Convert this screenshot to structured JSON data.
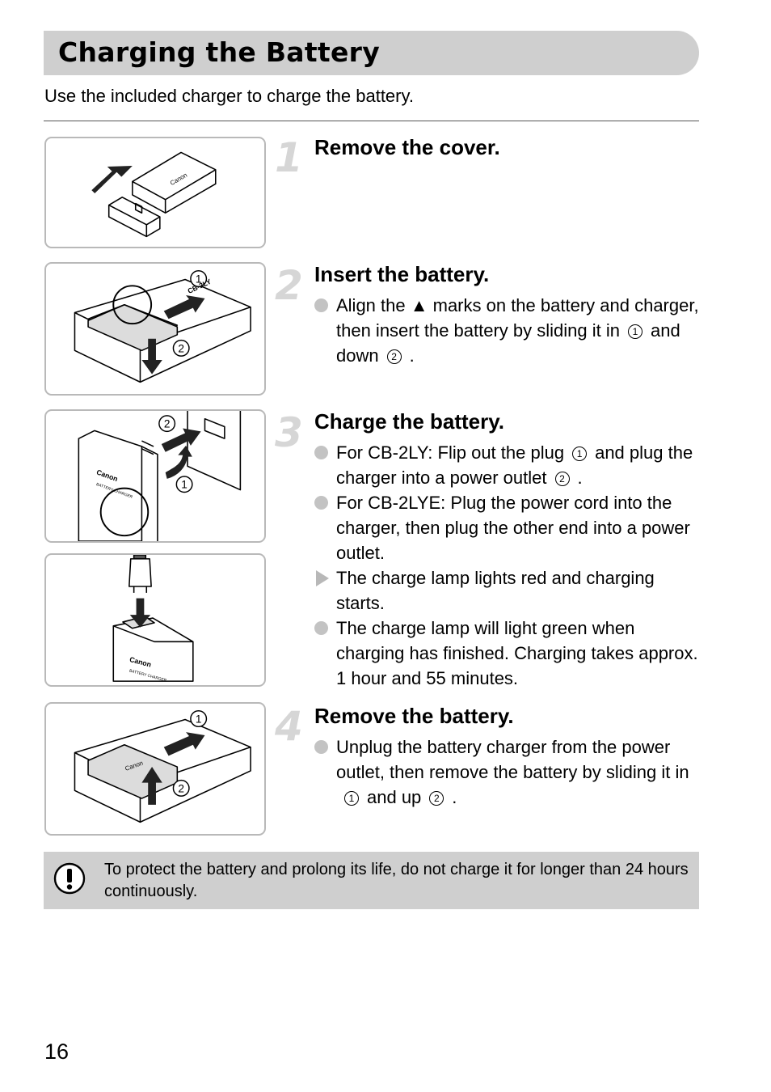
{
  "title": "Charging the Battery",
  "intro": "Use the included charger to charge the battery.",
  "steps": [
    {
      "number": "1",
      "title": "Remove the cover."
    },
    {
      "number": "2",
      "title": "Insert the battery.",
      "b1": {
        "pre": "Align the ▲ marks on the battery and charger, then insert the battery by sliding it in",
        "c1": "1",
        "mid": "and down",
        "c2": "2",
        "post": "."
      }
    },
    {
      "number": "3",
      "title": "Charge the battery.",
      "b1": {
        "pre": "For CB-2LY: Flip out the plug",
        "c1": "1",
        "mid": "and plug the charger into a power outlet",
        "c2": "2",
        "post": "."
      },
      "b2": "For CB-2LYE: Plug the power cord into the charger, then plug the other end into a power outlet.",
      "b3": "The charge lamp lights red and charging starts.",
      "b4": "The charge lamp will light green when charging has finished. Charging takes approx. 1 hour and 55 minutes."
    },
    {
      "number": "4",
      "title": "Remove the battery.",
      "b1": {
        "pre": "Unplug the battery charger from the power outlet, then remove the battery by sliding it in",
        "c1": "1",
        "mid": "and up",
        "c2": "2",
        "post": "."
      }
    }
  ],
  "figures": {
    "brand": "Canon",
    "brand_alt": "CB-2LY",
    "charger_label": "BATTERY CHARGER",
    "callout_1": "1",
    "callout_2": "2"
  },
  "caution": {
    "icon": "caution-icon",
    "text": "To protect the battery and prolong its life, do not charge it for longer than 24 hours continuously."
  },
  "page_number": "16",
  "colors": {
    "title_bar": "#cfcfcf",
    "caution_box": "#cfcfcf",
    "step_number": "#d6d6d6",
    "bullet": "#c3c3c3"
  }
}
